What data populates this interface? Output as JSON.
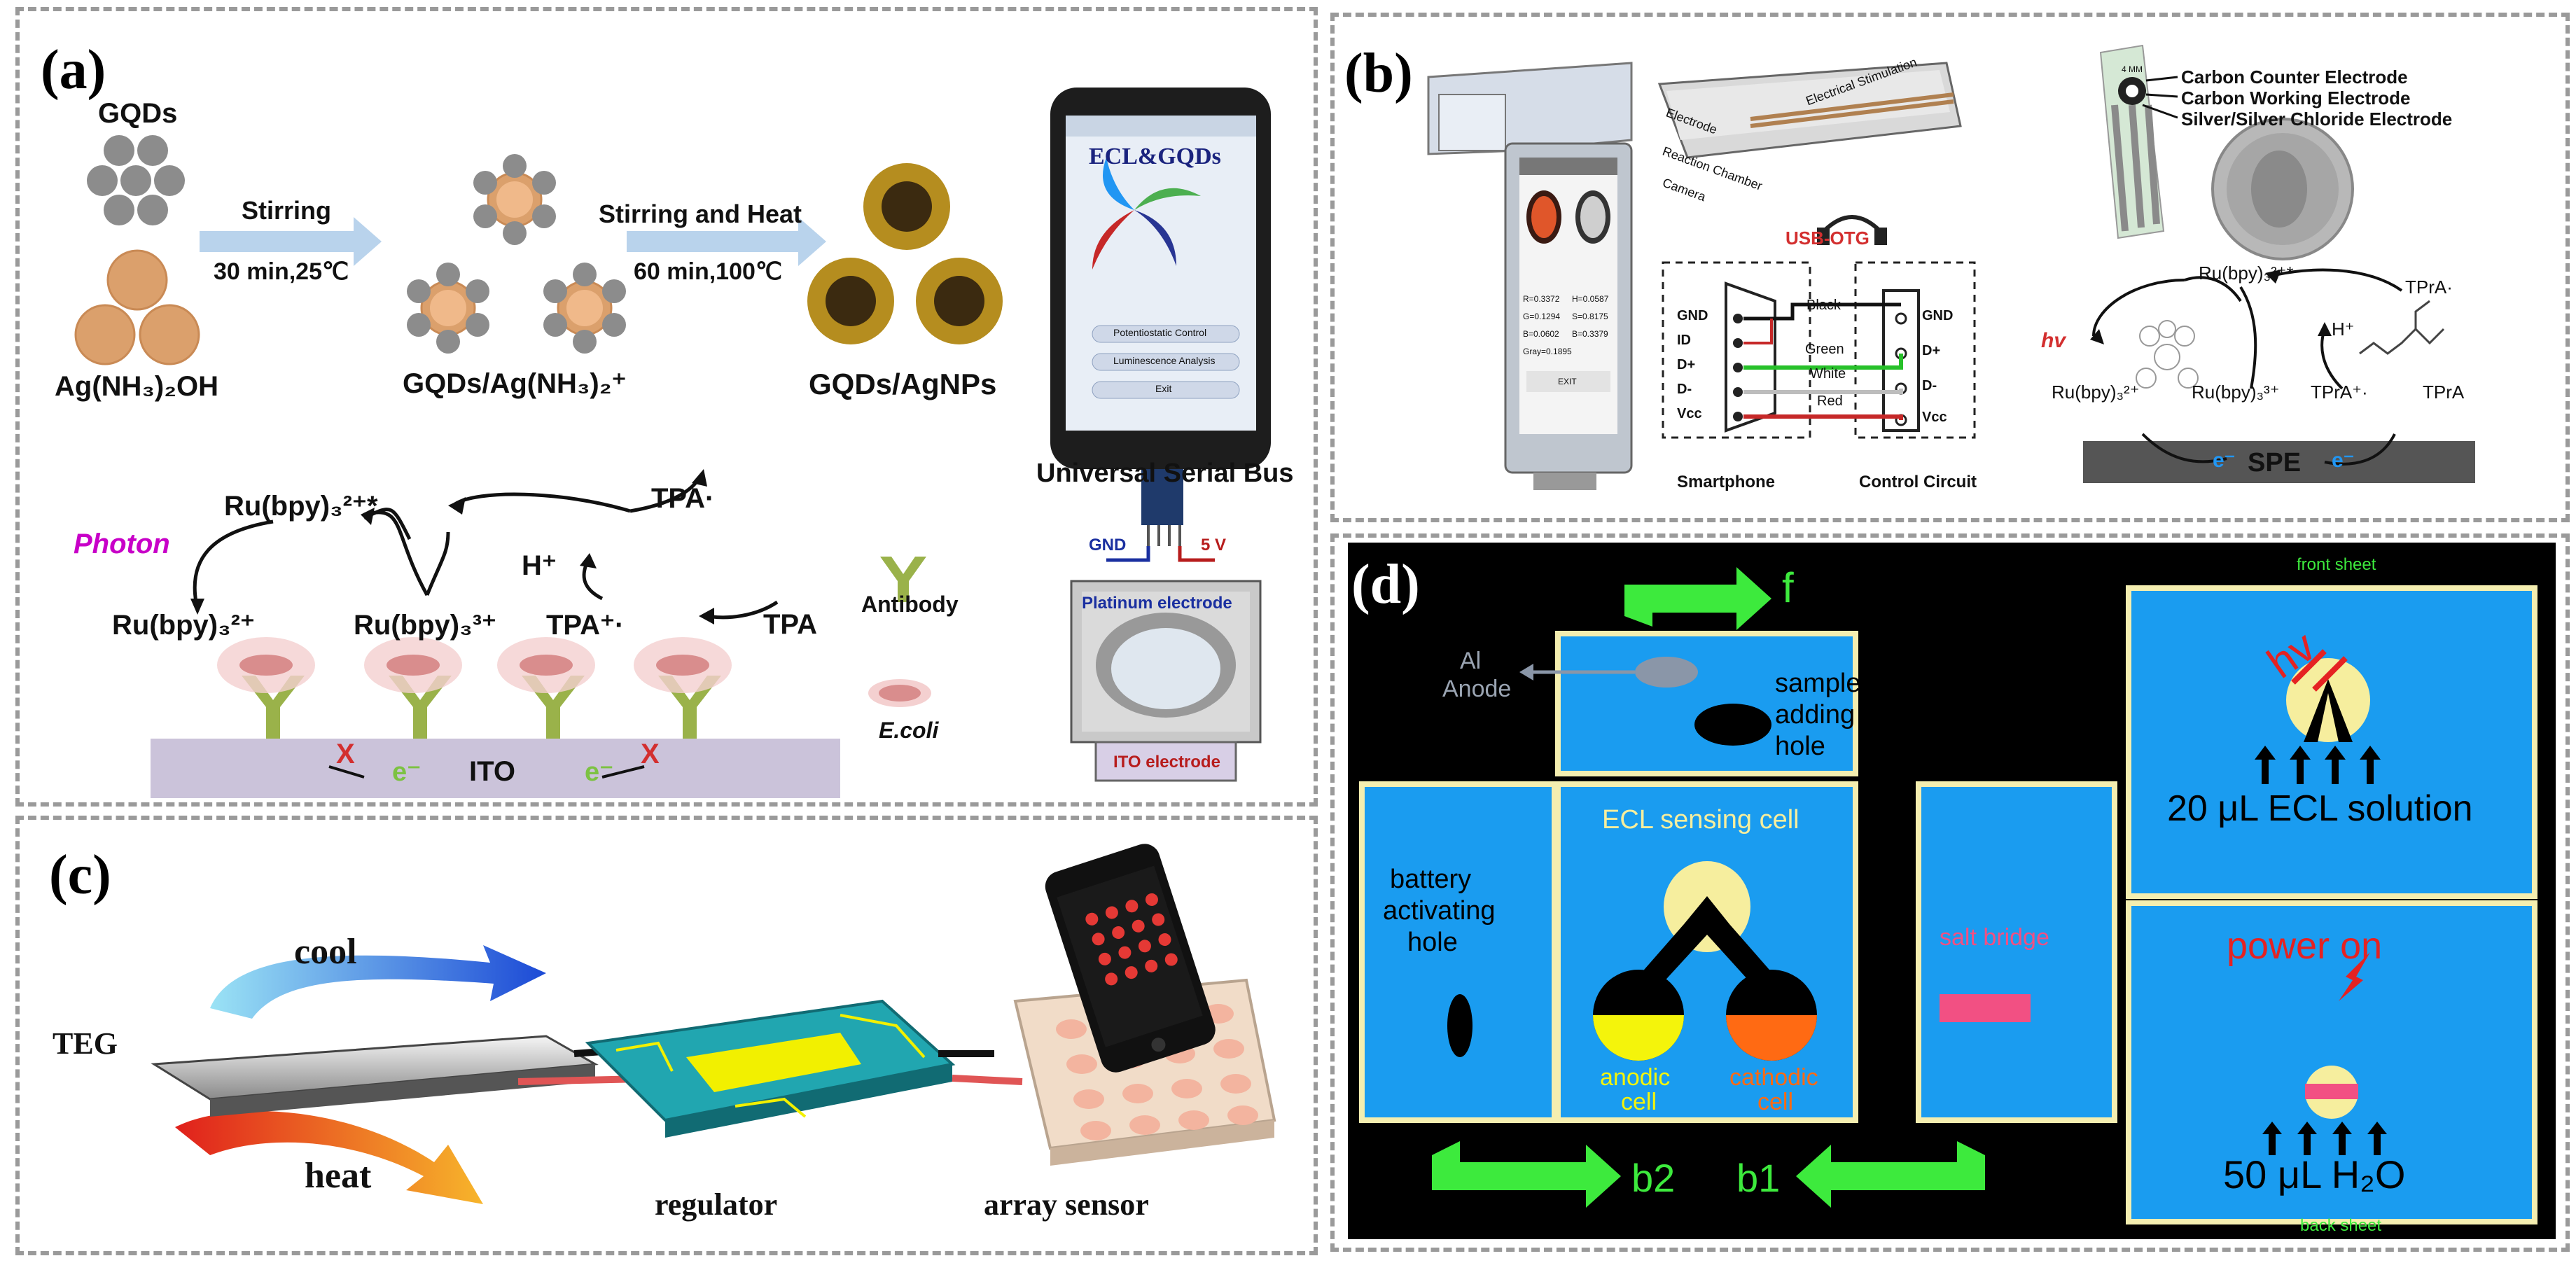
{
  "panel_a": {
    "label": "(a)",
    "gqds": "GQDs",
    "silver_complex": "Ag(NH₃)₂OH",
    "step1_top": "Stirring",
    "step1_bottom": "30 min,25℃",
    "intermediate": "GQDs/Ag(NH₃)₂⁺",
    "step2_top": "Stirring and Heat",
    "step2_bottom": "60 min,100℃",
    "product": "GQDs/AgNPs",
    "phone_title": "ECL&GQDs",
    "phone_buttons": [
      "Potentiostatic Control",
      "Luminescence Analysis",
      "Exit"
    ],
    "usb": "Universal Serial Bus",
    "gnd": "GND",
    "five_v": "5 V",
    "platinum": "Platinum electrode",
    "ito_electrode": "ITO electrode",
    "ru_excited": "Ru(bpy)₃²⁺*",
    "ru_2": "Ru(bpy)₃²⁺",
    "ru_3": "Ru(bpy)₃³⁺",
    "photon": "Photon",
    "tpa_radical": "TPA·",
    "tpa_cation": "TPA⁺·",
    "tpa": "TPA",
    "h_plus": "H⁺",
    "antibody": "Antibody",
    "ecoli": "E.coli",
    "ito": "ITO",
    "electron": "e⁻",
    "blocked": "X"
  },
  "panel_b": {
    "label": "(b)",
    "device_labels": [
      "Electrode",
      "Reaction Chamber",
      "Camera",
      "Electrical Stimulation"
    ],
    "phone_readout": [
      "R=0.3372",
      "H=0.0587",
      "G=0.1294",
      "S=0.8175",
      "B=0.0602",
      "B=0.3379",
      "Gray=0.1895",
      "EXIT"
    ],
    "usb_otg": "USB-OTG",
    "pins_left": [
      "GND",
      "ID",
      "D+",
      "D-",
      "Vcc"
    ],
    "wires": [
      "Black",
      "Green",
      "White",
      "Red"
    ],
    "pins_right": [
      "GND",
      "D+",
      "D-",
      "Vcc"
    ],
    "smartphone": "Smartphone",
    "control_circuit": "Control Circuit",
    "electrodes": [
      "Carbon Counter Electrode",
      "Carbon Working Electrode",
      "Silver/Silver Chloride Electrode"
    ],
    "scale": "4 MM",
    "ru_excited": "Ru(bpy)₃²⁺*",
    "tpra_radical": "TPrA·",
    "hv": "hv",
    "h_plus": "H⁺",
    "ru_2": "Ru(bpy)₃²⁺",
    "ru_3": "Ru(bpy)₃³⁺",
    "tpra_cation": "TPrA⁺·",
    "tpra": "TPrA",
    "spe": "SPE",
    "electron": "e⁻"
  },
  "panel_c": {
    "label": "(c)",
    "cool": "cool",
    "heat": "heat",
    "teg": "TEG",
    "regulator": "regulator",
    "array_sensor": "array sensor"
  },
  "panel_d": {
    "label": "(d)",
    "f": "f",
    "al_anode": [
      "Al",
      "Anode"
    ],
    "sample_hole": [
      "sample",
      "adding",
      "hole"
    ],
    "ecl_cell": "ECL sensing cell",
    "battery_hole": [
      "battery",
      "activating",
      "hole"
    ],
    "salt_bridge": "salt bridge",
    "anodic": [
      "anodic",
      "cell"
    ],
    "cathodic": [
      "cathodic",
      "cell"
    ],
    "b2": "b2",
    "b1": "b1",
    "front_sheet": "front sheet",
    "back_sheet": "back sheet",
    "hv": "hv",
    "ecl_solution": "20 μL ECL solution",
    "power_on": "power on",
    "water": "50 μL H₂O"
  }
}
